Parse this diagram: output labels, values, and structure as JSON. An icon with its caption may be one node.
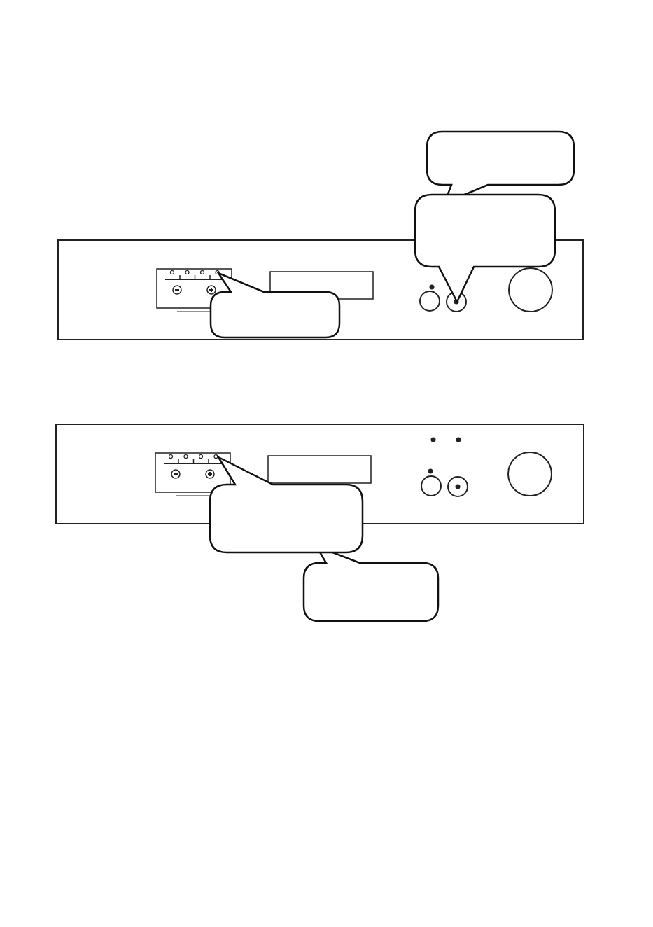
{
  "diagram": {
    "nodes": [
      {
        "text": [],
        "shape": "callout"
      },
      {
        "text": [],
        "shape": "callout"
      },
      {
        "text": [],
        "shape": "callout"
      },
      {
        "text": [],
        "shape": "callout"
      },
      {
        "text": [],
        "shape": "callout"
      }
    ]
  }
}
